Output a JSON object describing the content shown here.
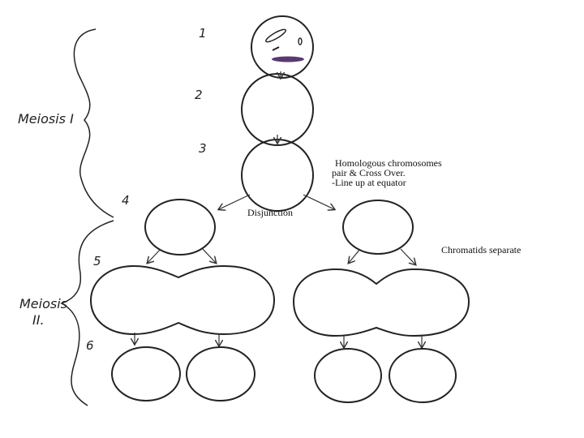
{
  "steps": [
    "1",
    "2",
    "3",
    "4",
    "5",
    "6"
  ],
  "phases": {
    "meiosis_one": "Meiosis I",
    "meiosis_two_line1": "Meiosis",
    "meiosis_two_line2": "II."
  },
  "notes": {
    "step3_line1": "Homologous chromosomes",
    "step3_line2": "pair & Cross Over.",
    "step3_line3": "-Line up at equator",
    "disjunction": "Disjunction",
    "chromatids": "Chromatids separate"
  },
  "colors": {
    "ink": "#222222",
    "chromosome": "#5a3a6e"
  }
}
